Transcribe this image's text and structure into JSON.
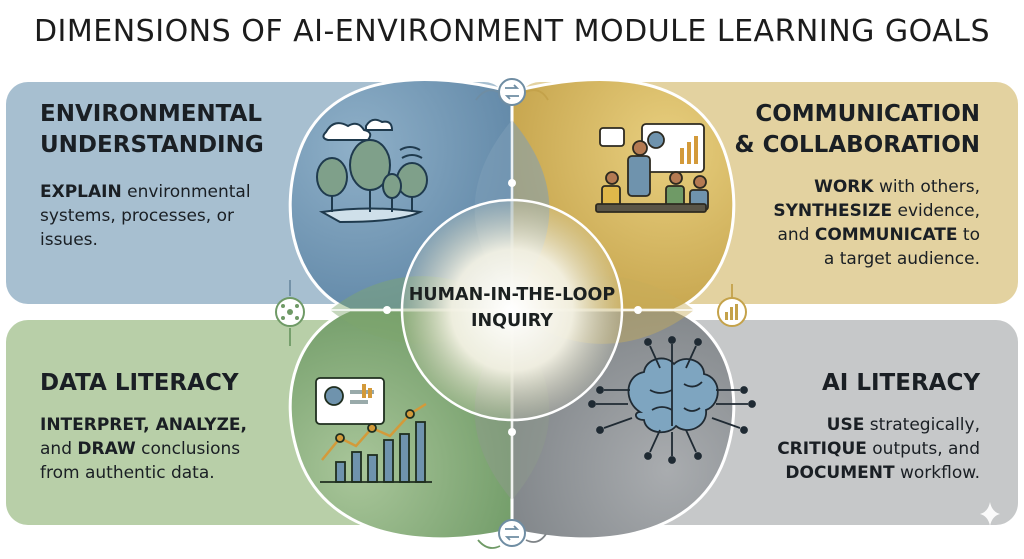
{
  "title": "DIMENSIONS OF AI-ENVIRONMENT MODULE LEARNING GOALS",
  "center": {
    "line1": "HUMAN-IN-THE-LOOP",
    "line2": "INQUIRY"
  },
  "quadrants": {
    "environmental": {
      "heading1": "ENVIRONMENTAL",
      "heading2": "UNDERSTANDING",
      "verb1": "EXPLAIN",
      "text1": " environmental systems, processes, or issues.",
      "icon": "forest-icon",
      "color": "#a7bfd0"
    },
    "communication": {
      "heading1": "COMMUNICATION",
      "heading2": "& COLLABORATION",
      "verb1": "WORK",
      "text1": " with others,",
      "verb2": "SYNTHESIZE",
      "text2": " evidence,",
      "pre3": "and ",
      "verb3": "COMMUNICATE",
      "text3": " to",
      "text4": "a target audience.",
      "icon": "team-meeting-icon",
      "color": "#e3d2a0"
    },
    "data": {
      "heading1": "DATA LITERACY",
      "verb1": "INTERPRET, ANALYZE,",
      "pre2": "and ",
      "verb2": "DRAW",
      "text2": " conclusions",
      "text3": "from authentic data.",
      "icon": "chart-dashboard-icon",
      "color": "#b8cfa8"
    },
    "ai": {
      "heading1": "AI LITERACY",
      "verb1": "USE",
      "text1": " strategically,",
      "verb2": "CRITIQUE",
      "text2": " outputs, and",
      "verb3": "DOCUMENT",
      "text3": " workflow.",
      "icon": "ai-brain-icon",
      "color": "#c6c8c9"
    }
  },
  "connectors": [
    "cycle-icon",
    "network-icon",
    "chart-icon",
    "cycle-icon"
  ]
}
